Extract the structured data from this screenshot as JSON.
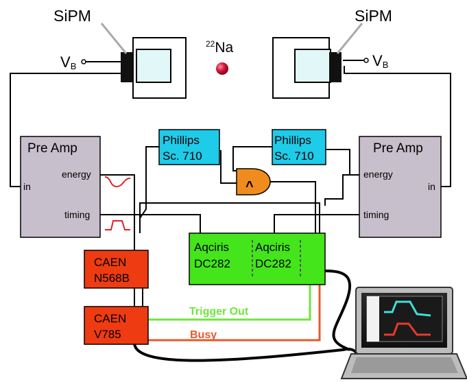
{
  "labels": {
    "sipm_left": "SiPM",
    "sipm_right": "SiPM",
    "vb_main": "V",
    "vb_sub": "B",
    "source_mass": "22",
    "source_element": "Na"
  },
  "preamp_left": {
    "title": "Pre Amp",
    "energy": "energy",
    "timing": "timing",
    "input": "in"
  },
  "preamp_right": {
    "title": "Pre Amp",
    "energy": "energy",
    "timing": "timing",
    "input": "in"
  },
  "discriminator_left": {
    "line1": "Phillips",
    "line2": "Sc. 710"
  },
  "discriminator_right": {
    "line1": "Phillips",
    "line2": "Sc. 710"
  },
  "coincidence_gate": {
    "symbol": "^"
  },
  "digitizer": {
    "ch1_line1": "Aqciris",
    "ch1_line2": "DC282",
    "ch2_line1": "Aqciris",
    "ch2_line2": "DC282"
  },
  "caen_top": {
    "line1": "CAEN",
    "line2": "N568B"
  },
  "caen_bottom": {
    "line1": "CAEN",
    "line2": "V785"
  },
  "signals": {
    "trigger_out": "Trigger Out",
    "busy": "Busy"
  },
  "colors": {
    "preamp_fill": "#c8bfcc",
    "discriminator_fill": "#1ecbe8",
    "gate_fill": "#f08c1e",
    "digitizer_fill": "#44e51a",
    "caen_fill": "#ee3b12",
    "trigger_line": "#6ee63c",
    "busy_line": "#e8582a",
    "source_dot": "#c0102a",
    "trace_cyan": "#3fe0d8",
    "trace_red": "#e83a2a"
  }
}
